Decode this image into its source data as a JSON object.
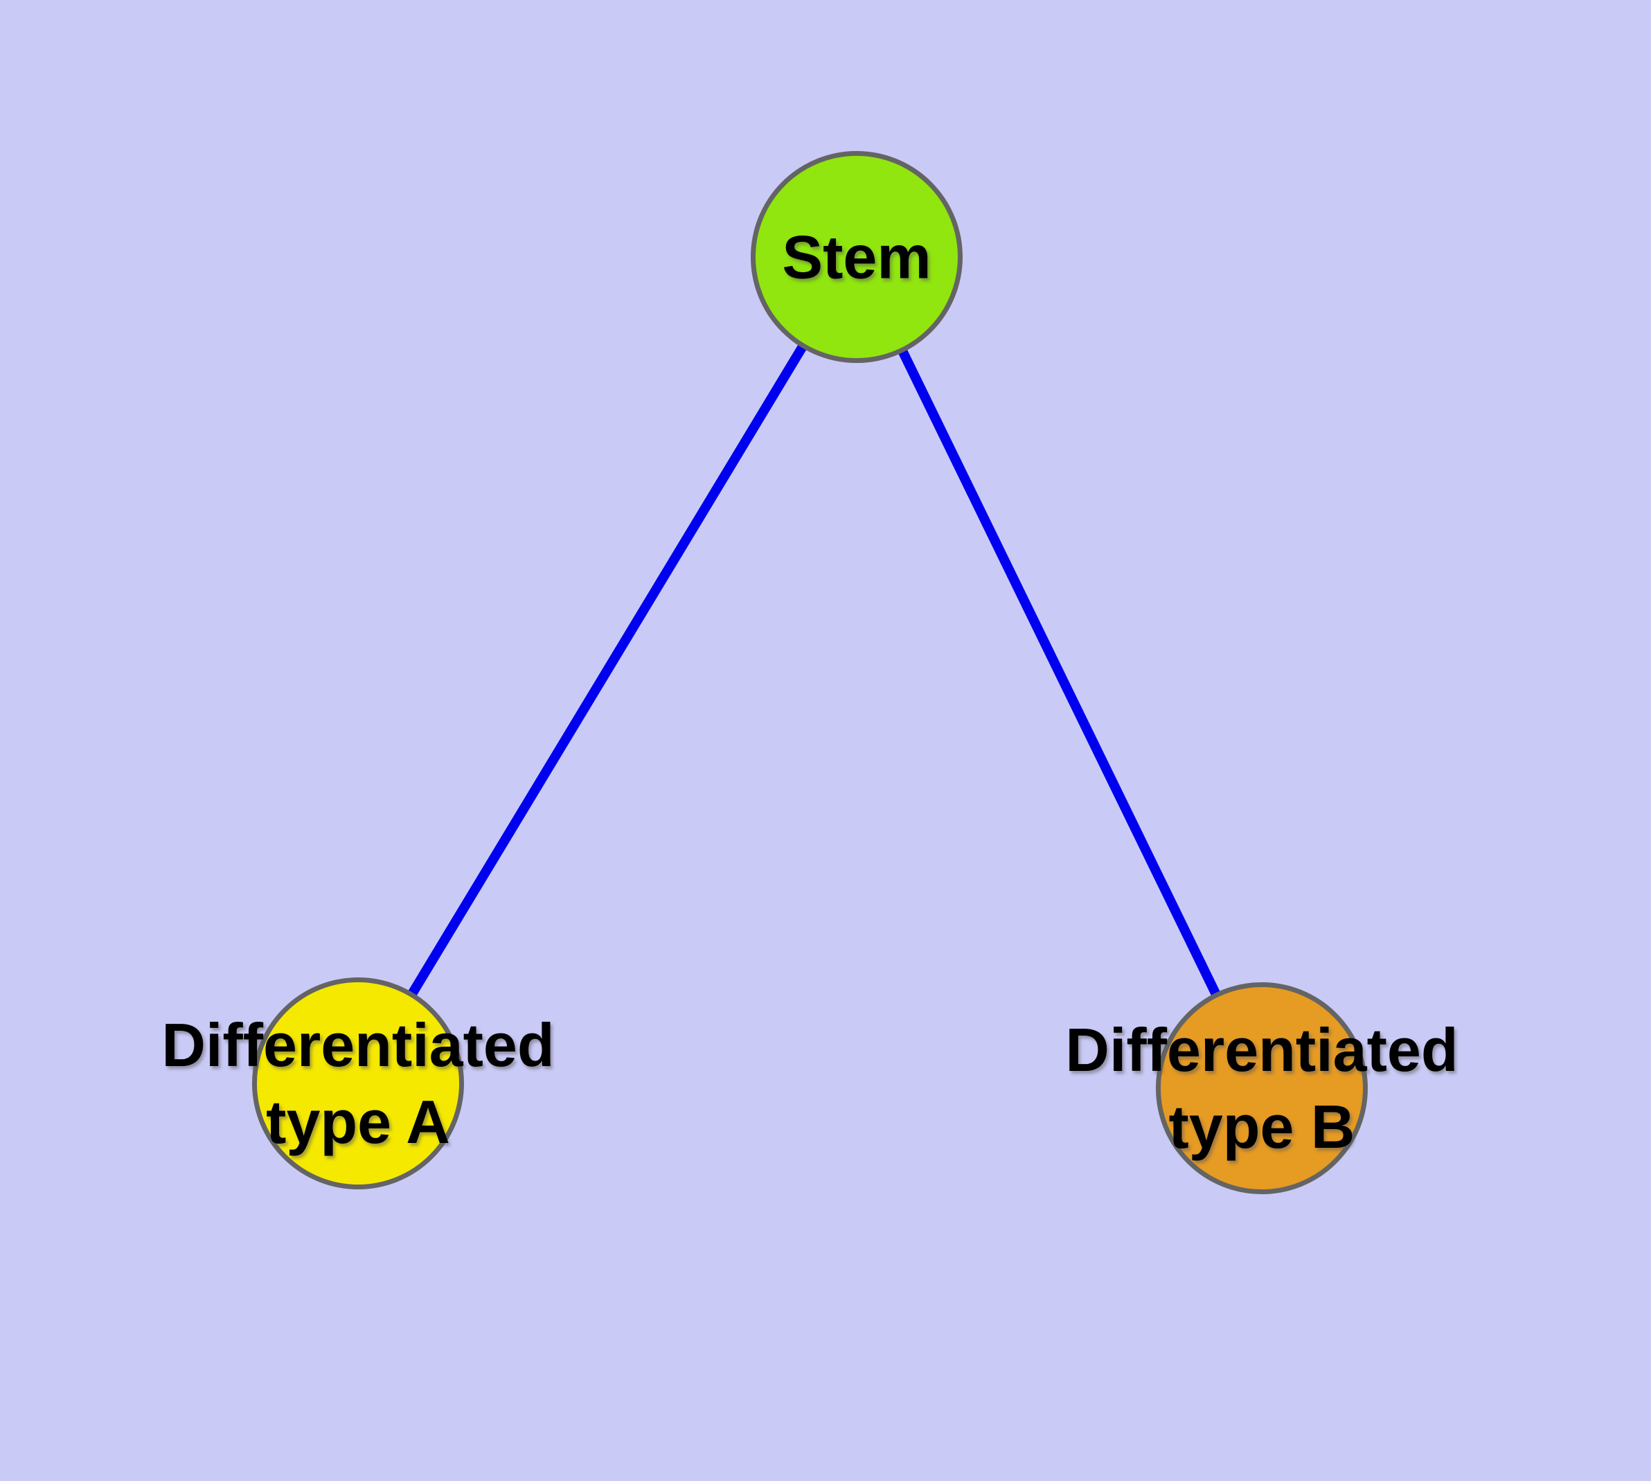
{
  "canvas": {
    "background": "#CACAF7"
  },
  "edges": {
    "color": "#0000F0",
    "items": [
      {
        "from": "stem",
        "to": "type_a"
      },
      {
        "from": "stem",
        "to": "type_b"
      }
    ]
  },
  "nodes": {
    "stroke": "#646464",
    "stem": {
      "label": "Stem",
      "fill": "#90E60E"
    },
    "type_a": {
      "label_line1": "Differentiated",
      "label_line2": "type A",
      "fill": "#F5E900"
    },
    "type_b": {
      "label_line1": "Differentiated",
      "label_line2": "type B",
      "fill": "#E69B23"
    }
  }
}
